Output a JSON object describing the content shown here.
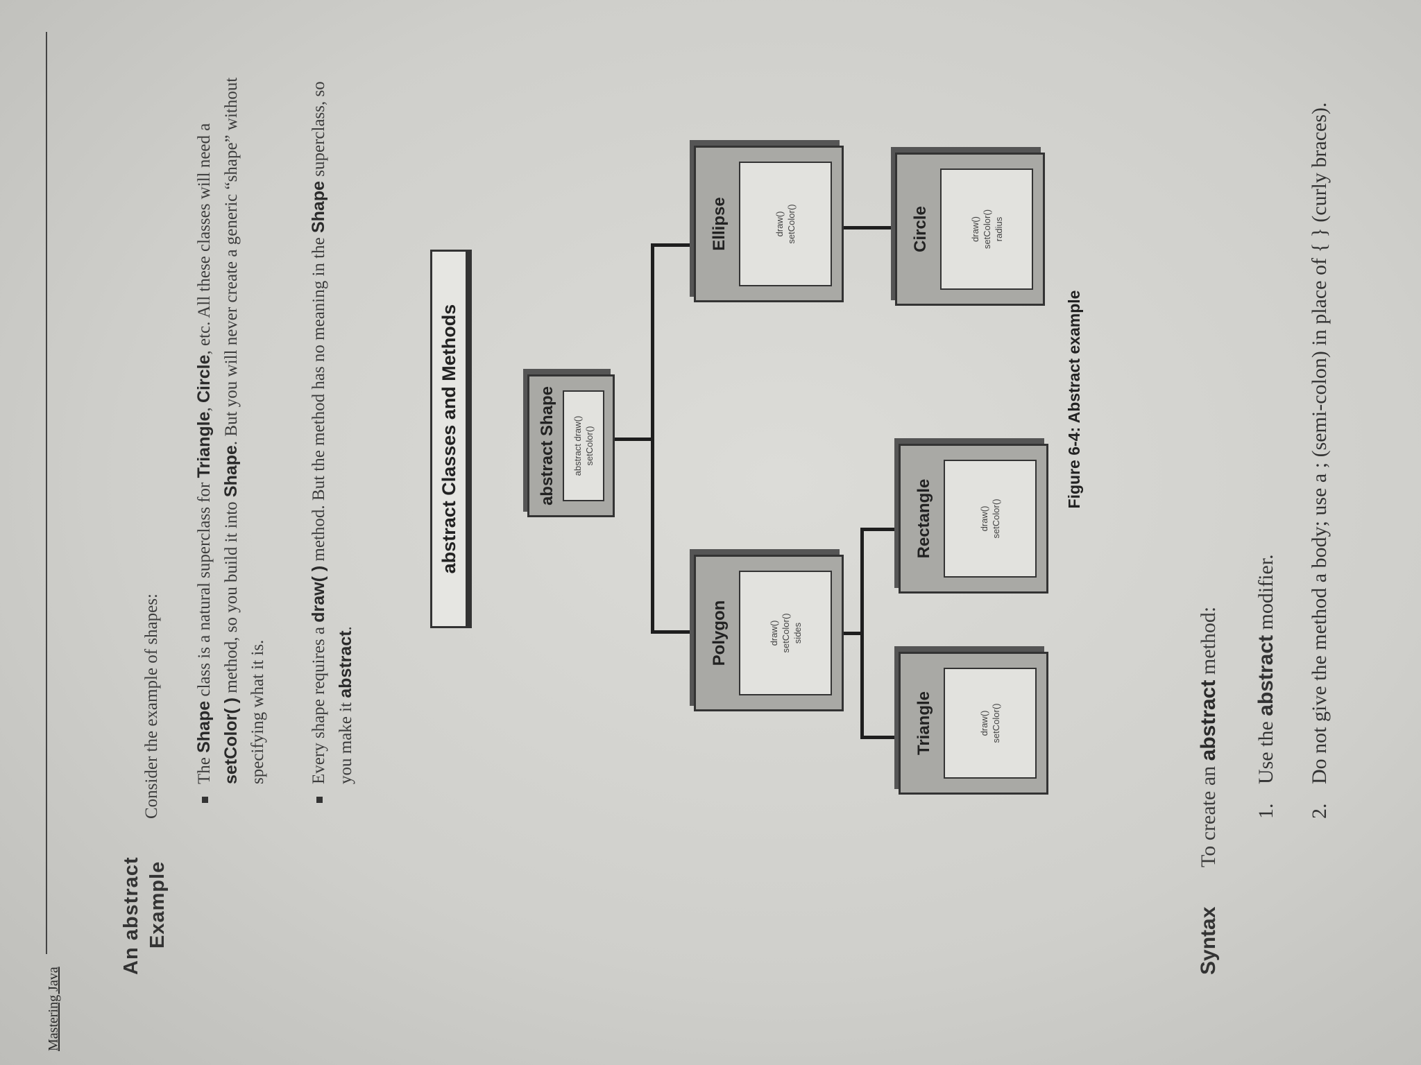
{
  "header": {
    "book_title": "Mastering Java"
  },
  "section": {
    "title_line1": "An abstract",
    "title_line2": "Example",
    "lead": "Consider the example of shapes:",
    "bullet1": {
      "t1": "The ",
      "b1": "Shape",
      "t2": " class is a natural superclass for ",
      "b2": "Triangle",
      "t3": ", ",
      "b3": "Circle",
      "t4": ", etc. All these classes will need a ",
      "b4": "setColor( )",
      "t5": " method, so you build it into ",
      "b5": "Shape",
      "t6": ". But you will never create a generic “shape” without specifying what it is."
    },
    "bullet2": {
      "t1": "Every shape requires a ",
      "b1": "draw( )",
      "t2": " method. But the method has no meaning in the ",
      "b2": "Shape",
      "t3": " superclass, so you make it ",
      "b3": "abstract",
      "t4": "."
    }
  },
  "diagram": {
    "title": "abstract Classes and Methods",
    "caption": "Figure 6-4: Abstract example",
    "classes": {
      "shape": {
        "name": "abstract Shape",
        "methods": [
          "abstract draw()",
          "setColor()"
        ]
      },
      "polygon": {
        "name": "Polygon",
        "methods": [
          "draw()",
          "setColor()",
          "sides"
        ]
      },
      "ellipse": {
        "name": "Ellipse",
        "methods": [
          "draw()",
          "setColor()"
        ]
      },
      "triangle": {
        "name": "Triangle",
        "methods": [
          "draw()",
          "setColor()"
        ]
      },
      "rectangle": {
        "name": "Rectangle",
        "methods": [
          "draw()",
          "setColor()"
        ]
      },
      "circle": {
        "name": "Circle",
        "methods": [
          "draw()",
          "setColor()",
          "radius"
        ]
      }
    }
  },
  "syntax": {
    "title": "Syntax",
    "intro_t1": "To create an ",
    "intro_b1": "abstract",
    "intro_t2": " method:",
    "items": [
      {
        "num": "1.",
        "t1": "Use the ",
        "b1": "abstract",
        "t2": " modifier."
      },
      {
        "num": "2.",
        "t1": "Do not give the method a body; use a ; (semi-colon) in place of { } (curly braces)."
      }
    ]
  }
}
